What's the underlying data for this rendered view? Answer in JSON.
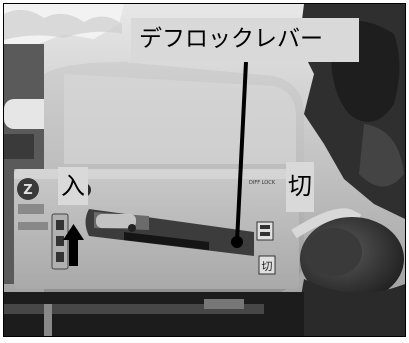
{
  "labels": {
    "lever": "デフロックレバー",
    "on": "入",
    "off": "切"
  },
  "panel_text": {
    "decal": "DIFF LOCK",
    "mark_bottom": "切"
  },
  "colors": {
    "label_bg": "#d9d9d9",
    "text": "#000000",
    "pointer": "#000000",
    "arrow": "#000000"
  }
}
